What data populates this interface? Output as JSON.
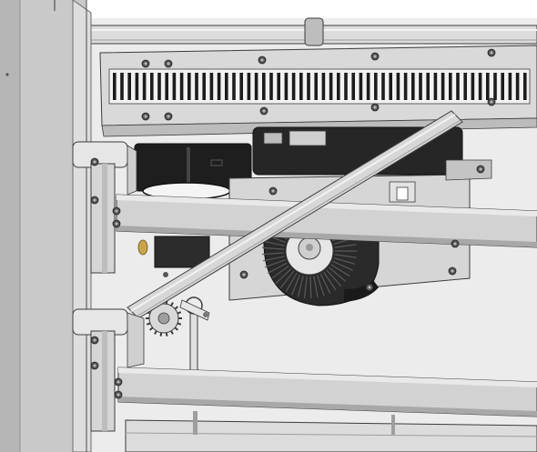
{
  "figure": {
    "kind": "mechanical-assembly-render",
    "palette": {
      "background": "#ffffff",
      "wall_light": "#e4e4e4",
      "wall_mid": "#c8c8c8",
      "wall_dark": "#9e9e9e",
      "back_panel": "#ececec",
      "rail": "#d2d2d2",
      "rail_dark": "#a8a8a8",
      "rail_light": "#e9e9e9",
      "heater_black": "#1c1c1c",
      "heater_gap": "#f2f2f2",
      "motor_black": "#262626",
      "motor_gray": "#3a3a3a",
      "plate": "#d9d9d9",
      "outline": "#3c3c3c",
      "bolt": "#555555",
      "brass": "#c9a44a"
    },
    "parts": {
      "heating_element": {
        "count_of_slots": 56
      },
      "rods": {
        "count": 2
      },
      "bolts": {
        "count": 24
      }
    }
  }
}
